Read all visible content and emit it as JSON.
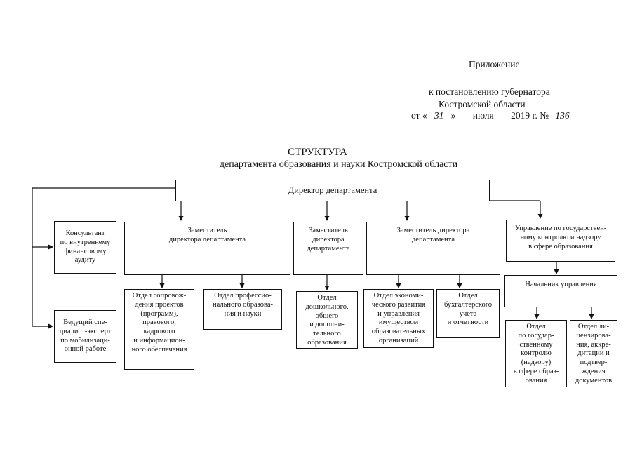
{
  "header": {
    "annex": "Приложение",
    "to_resolution": "к постановлению губернатора",
    "region": "Костромской области",
    "date_prefix": "от «",
    "day": "31",
    "date_sep": "»",
    "month": "июля",
    "year_text": "2019 г. №",
    "number": "136"
  },
  "title": "СТРУКТУРА",
  "subtitle": "департамента образования и науки Костромской области",
  "boxes": {
    "director": "Директор департамента",
    "consultant": "Консультант\nпо внутреннему\nфинансовому\nаудиту",
    "lead_specialist": "Ведущий спе-\nциалист-эксперт\nпо мобилизаци-\nонной работе",
    "deputy1": "Заместитель\nдиректора департамента",
    "deputy2": "Заместитель\nдиректора\nдепартамента",
    "deputy3": "Заместитель директора\nдепартамента",
    "supervision": "Управление по государствен-\nному контролю и надзору\nв сфере образования",
    "dept_projects": "Отдел сопровож-\nдения проектов\n(программ),\nправового,\nкадрового\nи информацион-\nного обеспечения",
    "dept_vocational": "Отдел профессио-\nнального образова-\nния и науки",
    "dept_preschool": "Отдел\nдошкольного,\nобщего\nи дополни-\nтельного\nобразования",
    "dept_economic": "Отдел экономи-\nческого развития\nи управления\nимуществом\nобразовательных\nорганизаций",
    "dept_accounting": "Отдел\nбухгалтерского\nучета\nи отчетности",
    "head_of_department": "Начальник управления",
    "dept_state_control": "Отдел\nпо государ-\nственному\nконтролю\n(надзору)\nв сфере образ-\nования",
    "dept_licensing": "Отдел ли-\nцензирова-\nния, аккре-\nдитации и\nподтвер-\nждения\nдокументов"
  }
}
